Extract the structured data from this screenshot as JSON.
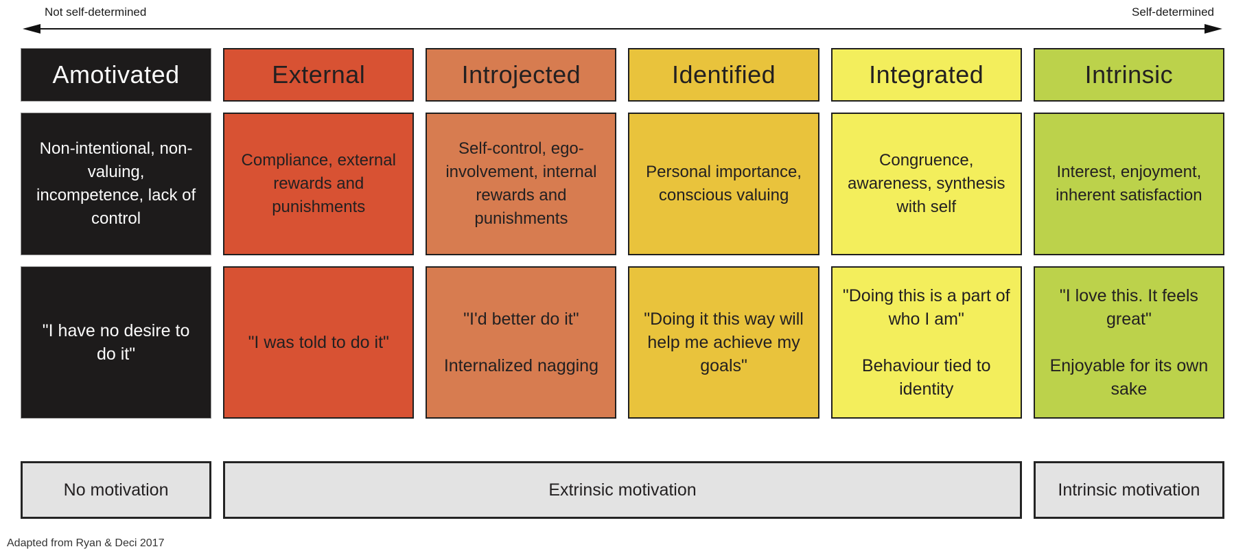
{
  "axis": {
    "left_label": "Not self-determined",
    "right_label": "Self-determined"
  },
  "columns": [
    {
      "id": "amotivated",
      "title": "Amotivated",
      "description": "Non-intentional, non-valuing, incompetence, lack of control",
      "quote": "\"I have no desire to do it\"",
      "note": "",
      "colors": {
        "bg": "#1d1b1b",
        "text": "#fbfbfb",
        "border": "#969696"
      }
    },
    {
      "id": "external",
      "title": "External",
      "description": "Compliance, external rewards and punishments",
      "quote": "\"I was told to do it\"",
      "note": "",
      "colors": {
        "bg": "#d85233",
        "text": "#232021",
        "border": "#1f1f1f"
      }
    },
    {
      "id": "introjected",
      "title": "Introjected",
      "description": "Self-control, ego-involvement, internal rewards and punishments",
      "quote": "\"I'd better do it\"",
      "note": "Internalized nagging",
      "colors": {
        "bg": "#d77c50",
        "text": "#232021",
        "border": "#1f1f1f"
      }
    },
    {
      "id": "identified",
      "title": "Identified",
      "description": "Personal importance, conscious valuing",
      "quote": "\"Doing it this way will help me achieve my goals\"",
      "note": "",
      "colors": {
        "bg": "#e9c33c",
        "text": "#232021",
        "border": "#1f1f1f"
      }
    },
    {
      "id": "integrated",
      "title": "Integrated",
      "description": "Congruence, awareness, synthesis with self",
      "quote": "\"Doing this is a part of who I am\"",
      "note": "Behaviour tied to identity",
      "colors": {
        "bg": "#f3ee5c",
        "text": "#232021",
        "border": "#1f1f1f"
      }
    },
    {
      "id": "intrinsic",
      "title": "Intrinsic",
      "description": "Interest, enjoyment, inherent satisfaction",
      "quote": "\"I love this. It feels great\"",
      "note": "Enjoyable for its own sake",
      "colors": {
        "bg": "#bcd24b",
        "text": "#232021",
        "border": "#1f1f1f"
      }
    }
  ],
  "bottom_row": [
    {
      "label": "No motivation",
      "span": 1
    },
    {
      "label": "Extrinsic motivation",
      "span": 4
    },
    {
      "label": "Intrinsic motivation",
      "span": 1
    }
  ],
  "footer": {
    "credit": "Adapted from Ryan & Deci 2017"
  },
  "palette": {
    "background": "#ffffff",
    "arrow": "#111111",
    "summary_bg": "#e3e3e3",
    "summary_border": "#242424"
  }
}
